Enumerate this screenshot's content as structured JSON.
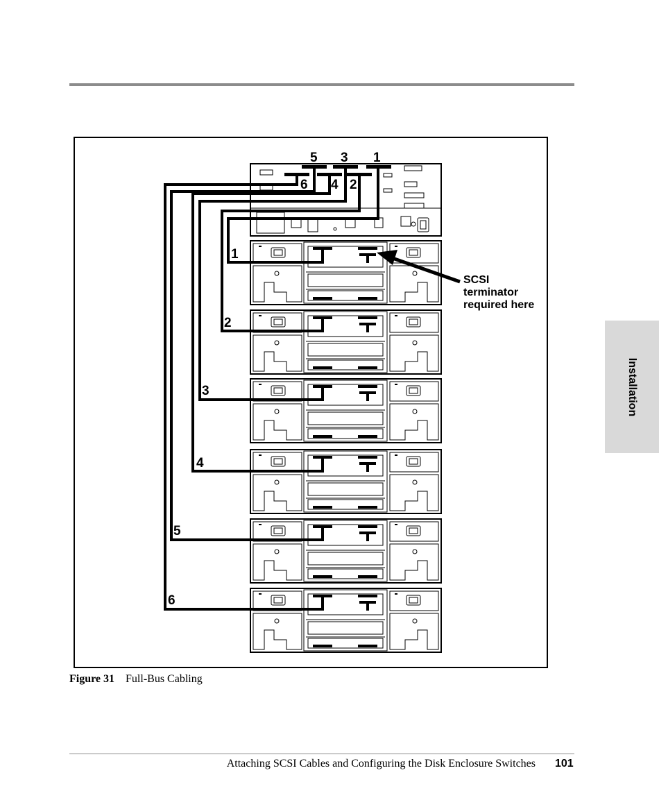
{
  "page": {
    "side_tab": "Installation",
    "caption": {
      "number": "Figure 31",
      "title": "Full-Bus Cabling"
    },
    "footer": {
      "text": "Attaching SCSI Cables and Configuring the Disk Enclosure Switches",
      "page_number": "101"
    }
  },
  "diagram": {
    "host_connector_labels": [
      "5",
      "3",
      "1",
      "6",
      "4",
      "2"
    ],
    "enclosure_labels": [
      "1",
      "2",
      "3",
      "4",
      "5",
      "6"
    ],
    "callout": {
      "line1": "SCSI",
      "line2": "terminator",
      "line3": "required here"
    }
  }
}
